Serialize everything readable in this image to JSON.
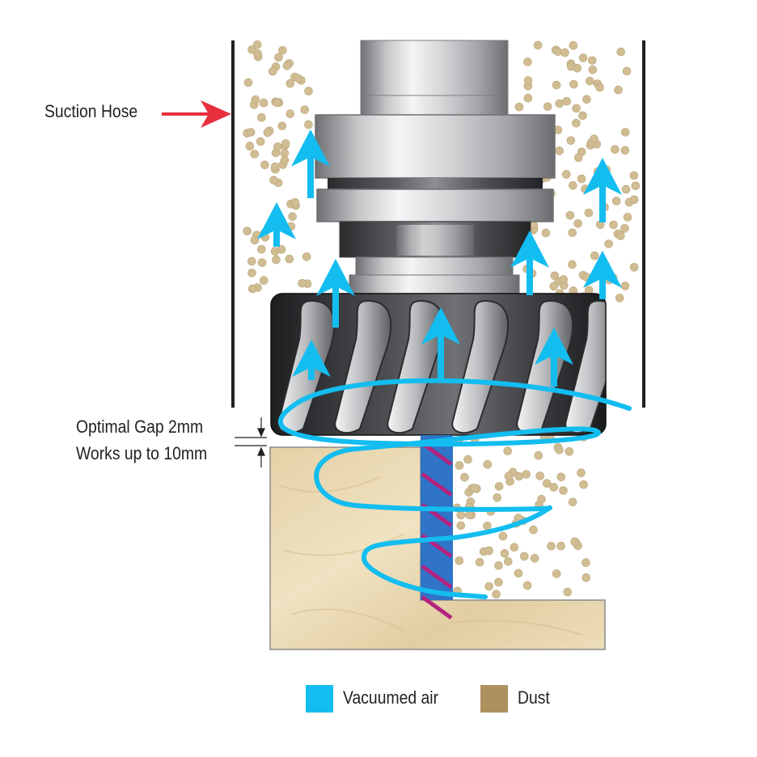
{
  "labels": {
    "suction_hose": "Suction Hose",
    "optimal_gap": "Optimal Gap 2mm",
    "works_up_to": "Works up to 10mm"
  },
  "legend": {
    "air_label": "Vacuumed air",
    "dust_label": "Dust",
    "air_color": "#13bdf0",
    "dust_color": "#ad9260"
  },
  "colors": {
    "pointer_arrow": "#e8303f",
    "wood": "#ead9b3",
    "dust_dot": "#d1bd93",
    "steel": "#c9cbcd",
    "dark_steel": "#3a3b3d",
    "bit_blue": "#2f74c7",
    "bit_magenta": "#b3237f"
  }
}
